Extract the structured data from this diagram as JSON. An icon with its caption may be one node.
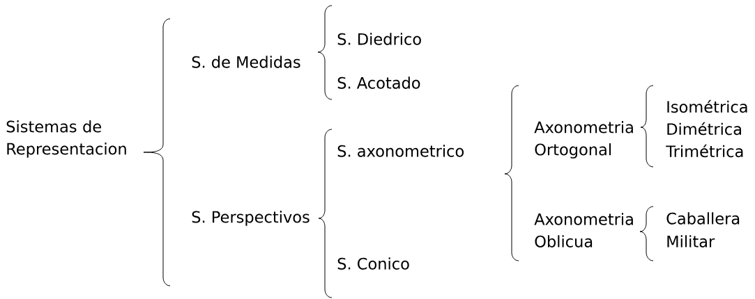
{
  "diagram": {
    "nodes": [
      {
        "text": [
          "Sistemas de Representacion"
        ]
      },
      {
        "text": [
          "S. de Medidas"
        ]
      },
      {
        "text": [
          "S. Diedrico"
        ]
      },
      {
        "text": [
          "S. Acotado"
        ]
      },
      {
        "text": [
          "S. Perspectivos"
        ]
      },
      {
        "text": [
          "S. axonometrico"
        ]
      },
      {
        "text": [
          "S. Conico"
        ]
      },
      {
        "text": [
          "Axonometria Ortogonal"
        ]
      },
      {
        "text": [
          "Axonometria Oblicua"
        ]
      },
      {
        "text": [
          "Isométrica"
        ]
      },
      {
        "text": [
          "Dimétrica"
        ]
      },
      {
        "text": [
          "Trimétrica"
        ]
      },
      {
        "text": [
          "Caballera"
        ]
      },
      {
        "text": [
          "Militar"
        ]
      }
    ]
  }
}
